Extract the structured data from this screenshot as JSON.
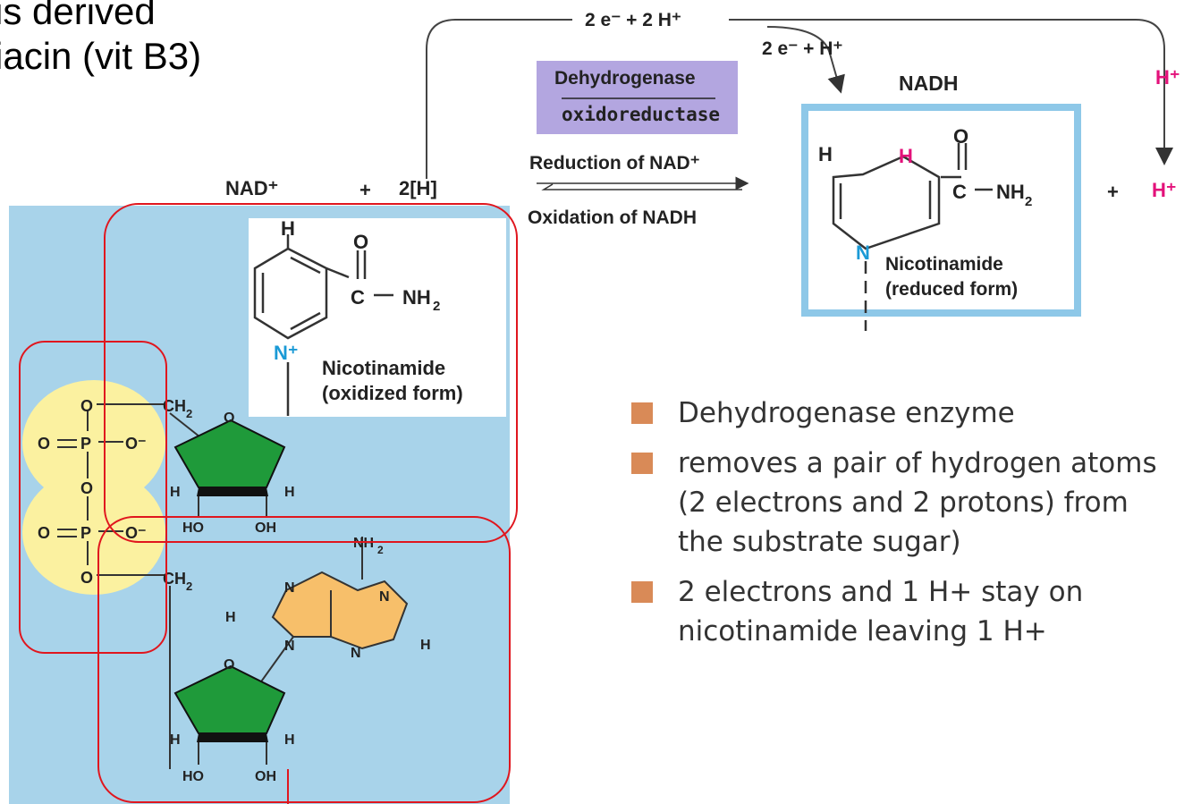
{
  "slide_title": [
    "is derived",
    "iacin (vit B3)"
  ],
  "reaction": {
    "top_electrons": "2 e⁻ + 2 H⁺",
    "inner_electrons": "2 e⁻ + H⁺",
    "enzyme_line1": "Dehydrogenase",
    "enzyme_line2": "oxidoreductase",
    "reduction_label": "Reduction of NAD⁺",
    "oxidation_label": "Oxidation of NADH",
    "nad_label": "NAD⁺",
    "plus_sign": "+",
    "hydrogen_label": "2[H]",
    "nadh_label": "NADH",
    "h_plus_top": "H⁺",
    "h_plus_bottom": "H⁺",
    "plus_sign_right": "+"
  },
  "nad_molecule": {
    "nicotinamide_oxidized_line1": "Nicotinamide",
    "nicotinamide_oxidized_line2": "(oxidized form)"
  },
  "nadh_molecule": {
    "nicotinamide_reduced_line1": "Nicotinamide",
    "nicotinamide_reduced_line2": "(reduced form)"
  },
  "bullets": [
    "Dehydrogenase enzyme",
    "removes a pair of hydrogen atoms (2 electrons and 2 protons) from the substrate sugar)",
    "2 electrons and 1 H+ stay on nicotinamide leaving 1 H+"
  ],
  "colors": {
    "panel_blue": "#a8d3ea",
    "enzyme_purple": "#b3a6e0",
    "ribose_green": "#1f9a3a",
    "adenine_orange": "#f7bf6a",
    "phosphate_yellow": "#fbf1a0",
    "highlight_red": "#e0161e",
    "accent_pink": "#e3117a",
    "bullet_orange": "#d98a57",
    "nadh_box_blue": "#8ec8e8"
  }
}
